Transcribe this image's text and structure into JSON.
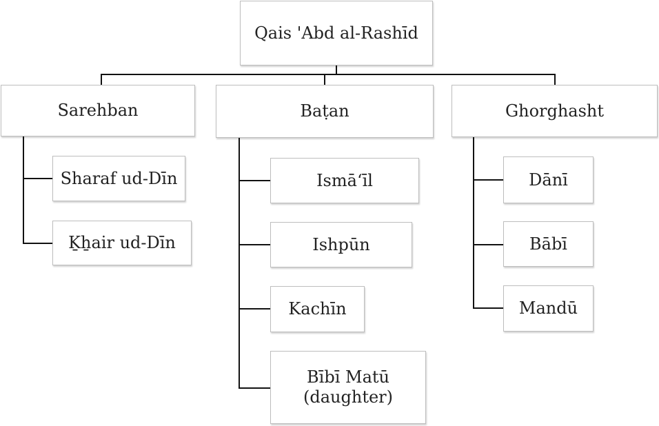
{
  "root": {
    "label": "Qais 'Abd al-Rashīd"
  },
  "branches": [
    {
      "label": "Sarehban",
      "children": [
        "Sharaf ud-Dīn",
        "Ḵẖair ud-Dīn"
      ]
    },
    {
      "label": "Baṭan",
      "children": [
        "Ismāʻīl",
        "Ishpūn",
        "Kachīn",
        "Bībī Matū (daughter)"
      ]
    },
    {
      "label": "Ghorghasht",
      "children": [
        "Dānī",
        "Bābī",
        "Mandū"
      ]
    }
  ],
  "colors": {
    "line": "#111111",
    "box_border": "#bdbdbd",
    "text": "#222222"
  }
}
